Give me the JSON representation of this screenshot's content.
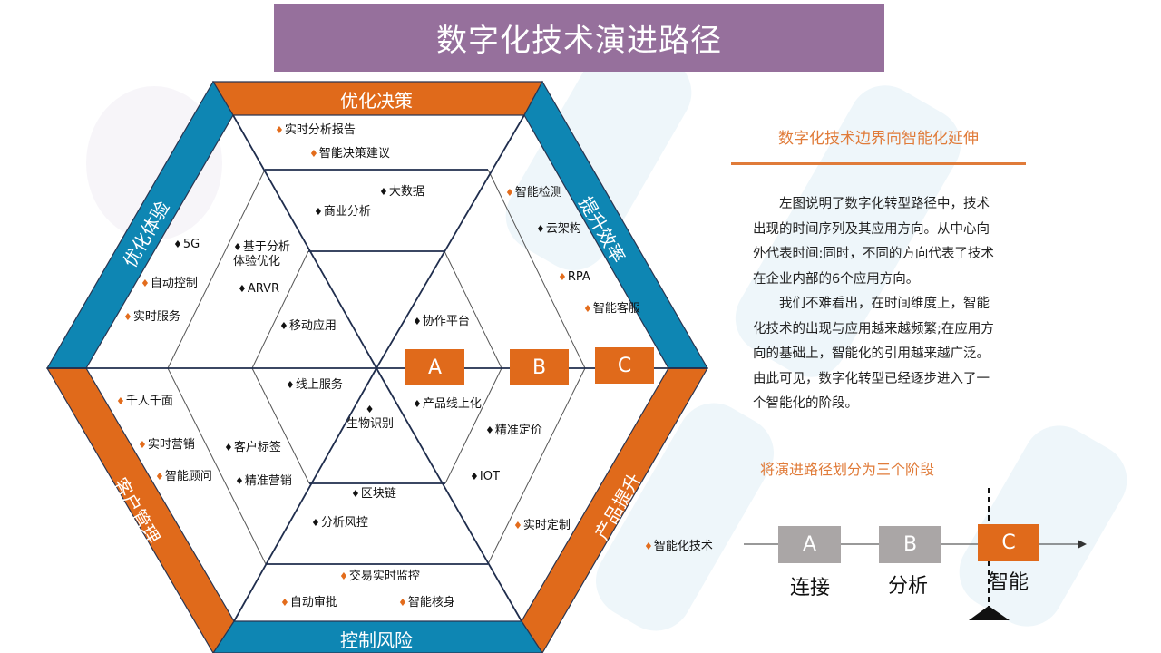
{
  "title": "数字化技术演进路径",
  "bands": {
    "top": "优化决策",
    "upper_left": "优化体验",
    "upper_right": "提升效率",
    "lower_left": "客户管理",
    "lower_right": "产品提升",
    "bottom": "控制风险"
  },
  "items": [
    "实时分析报告",
    "智能决策建议",
    "大数据",
    "商业分析",
    "5G",
    "基于分析",
    "体验优化",
    "自动控制",
    "ARVR",
    "实时服务",
    "移动应用",
    "协作平台",
    "智能检测",
    "云架构",
    "RPA",
    "智能客服",
    "线上服务",
    "千人千面",
    "生物识别",
    "产品线上化",
    "实时营销",
    "客户标签",
    "精准定价",
    "智能顾问",
    "精准营销",
    "IOT",
    "区块链",
    "分析风控",
    "实时定制",
    "交易实时监控",
    "自动审批",
    "智能核身",
    "智能化技术"
  ],
  "marker": "♦",
  "hex_stages": [
    "A",
    "B",
    "C"
  ],
  "right_panel": {
    "heading": "数字化技术边界向智能化延伸",
    "lines": [
      "左图说明了数字化转型路径中，技术",
      "出现的时间序列及其应用方向。从中心向",
      "外代表时间:同时，不同的方向代表了技术",
      "在企业内部的6个应用方向。",
      "我们不难看出，在时间维度上，智能",
      "化技术的出现与应用越来越频繁;在应用方",
      "向的基础上，智能化的引用越来越广泛。",
      "由此可见，数字化转型已经逐步进入了一",
      "个智能化的阶段。"
    ],
    "stage_heading": "将演进路径划分为三个阶段",
    "stages": [
      {
        "letter": "A",
        "label": "连接"
      },
      {
        "letter": "B",
        "label": "分析"
      },
      {
        "letter": "C",
        "label": "智能"
      }
    ]
  },
  "colors": {
    "orange": "#e06a1b",
    "blue": "#0e86b3",
    "purple": "#96709c",
    "gray": "#aaa6a6"
  }
}
